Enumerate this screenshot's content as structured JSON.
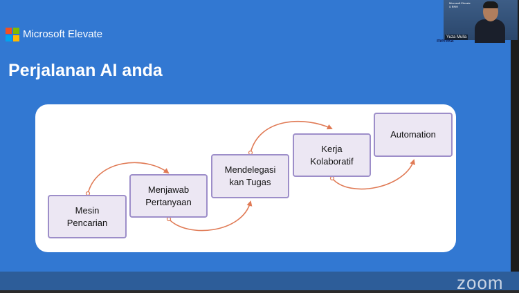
{
  "brand": {
    "name": "Microsoft Elevate",
    "logo_colors": [
      "#f25022",
      "#7fba00",
      "#00a4ef",
      "#ffb900"
    ]
  },
  "slide": {
    "title": "Perjalanan AI anda",
    "background": "#3278d2",
    "steps": [
      {
        "lines": [
          "Mesin",
          "Pencarian"
        ]
      },
      {
        "lines": [
          "Menjawab",
          "Pertanyaan"
        ]
      },
      {
        "lines": [
          "Mendelegasi",
          "kan Tugas"
        ]
      },
      {
        "lines": [
          "Kerja",
          "Kolaboratif"
        ]
      },
      {
        "lines": [
          "Automation"
        ]
      }
    ],
    "step_fill": "#ece7f3",
    "step_border": "#9d8ec9",
    "arrow_color": "#e07a55"
  },
  "video": {
    "participant_name": "Yuza Mulla",
    "overlay_text": [
      "Microsoft Elevate",
      "& BNM"
    ],
    "org_label": "mereka"
  },
  "watermark": {
    "text": "zoom"
  }
}
